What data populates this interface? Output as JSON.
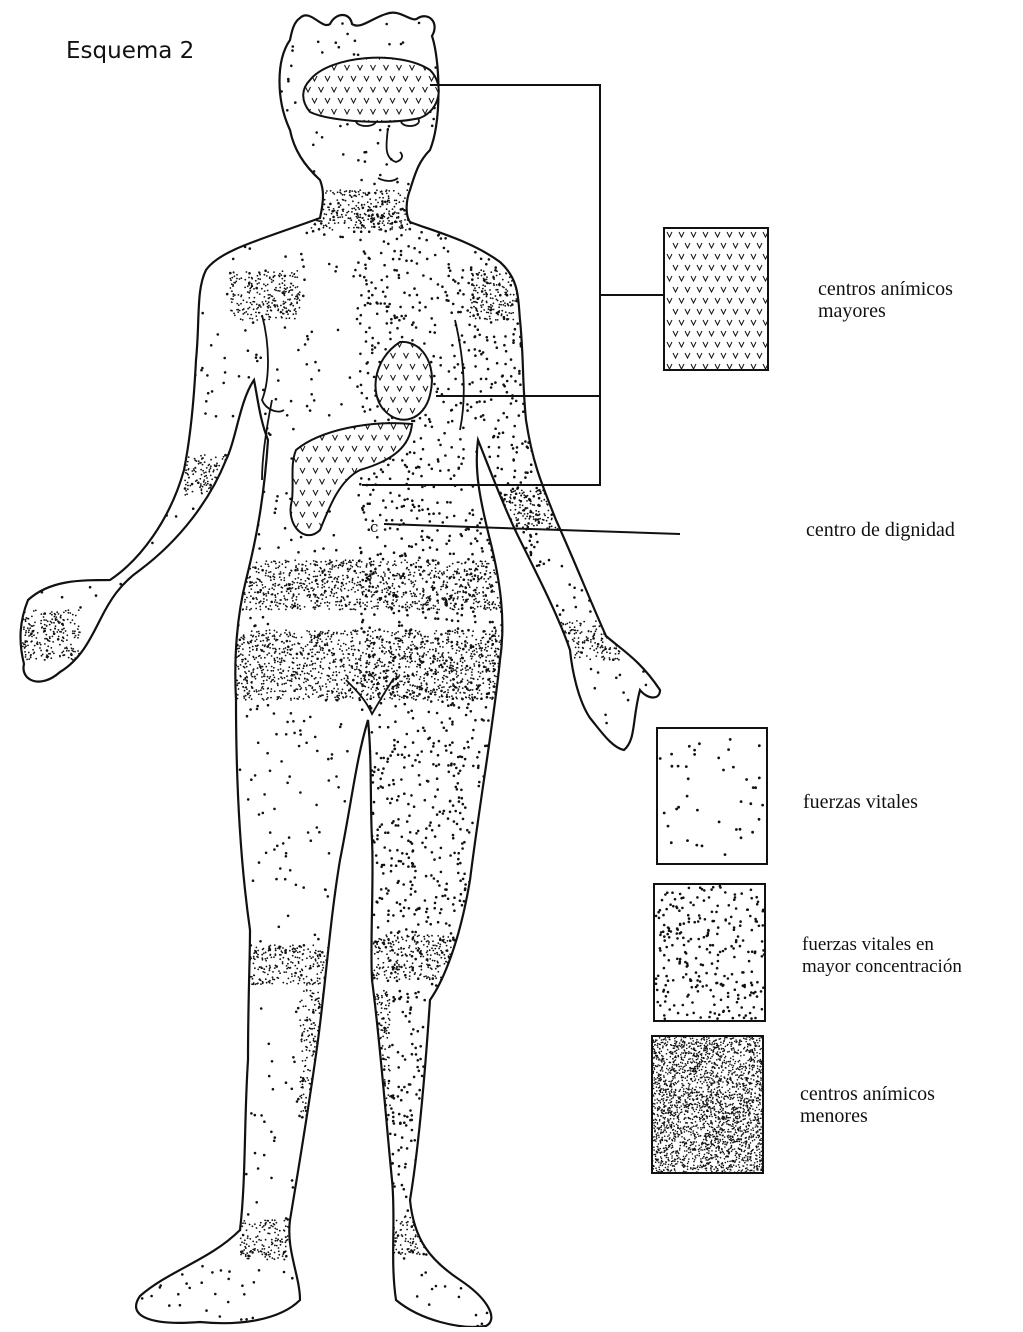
{
  "title": "Esquema 2",
  "legend": {
    "centros_animicos_mayores": {
      "line1": "centros anímicos",
      "line2": "mayores"
    },
    "centro_de_dignidad": {
      "line1": "centro de dignidad"
    },
    "fuerzas_vitales": {
      "line1": "fuerzas vitales"
    },
    "fuerzas_vitales_concentracion": {
      "line1": "fuerzas vitales en",
      "line2": "mayor concentración"
    },
    "centros_animicos_menores": {
      "line1": "centros anímicos",
      "line2": "menores"
    }
  },
  "marks": {
    "dignity_mark": "c"
  },
  "colors": {
    "ink": "#111111",
    "paper": "#ffffff"
  }
}
